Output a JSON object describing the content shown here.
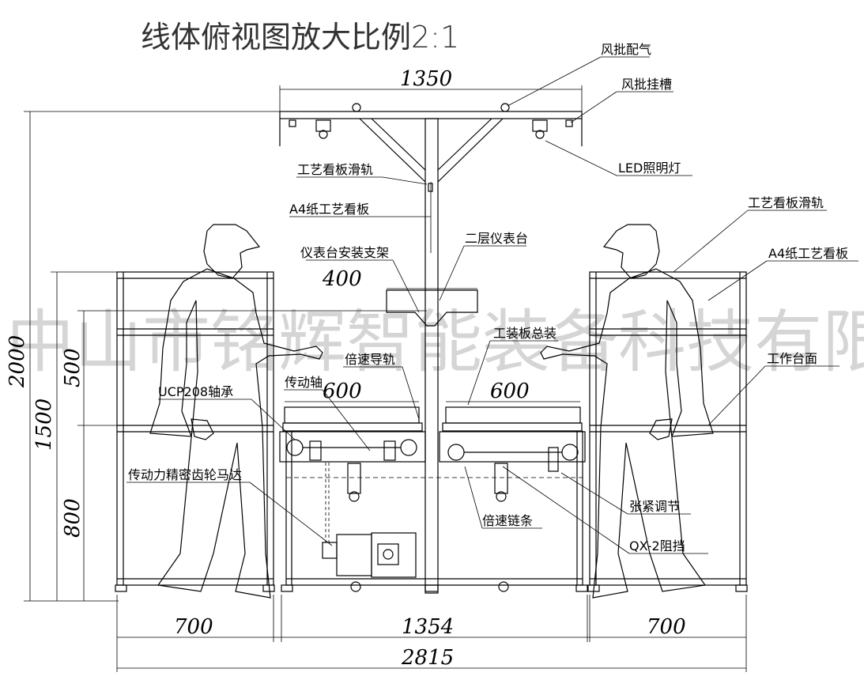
{
  "title": "线体俯视图放大比例2:1",
  "watermark": "中山市铭辉智能装备科技有限公司",
  "dimensions": {
    "d1350": "1350",
    "d400": "400",
    "d600_left": "600",
    "d600_right": "600",
    "d700_left": "700",
    "d1354": "1354",
    "d700_right": "700",
    "d2815": "2815",
    "d2000": "2000",
    "d1500": "1500",
    "d500": "500",
    "d800": "800"
  },
  "labels": {
    "air_supply": "风批配气",
    "screwdriver_hanger": "风批挂槽",
    "led_light": "LED照明灯",
    "board_slide": "工艺看板滑轨",
    "a4_board": "A4纸工艺看板",
    "shelf_bracket": "仪表台安装支架",
    "second_shelf": "二层仪表台",
    "fixture_assembly": "工装板总装",
    "speed_guide_rail": "倍速导轨",
    "drive_shaft": "传动轴",
    "bearing": "UCP208轴承",
    "gear_motor": "传动力精密齿轮马达",
    "board_slide_right": "工艺看板滑轨",
    "a4_board_right": "A4纸工艺看板",
    "work_surface": "工作台面",
    "tension_adjust": "张紧调节",
    "speed_chain": "倍速链条",
    "stopper": "QX-2阻挡"
  }
}
